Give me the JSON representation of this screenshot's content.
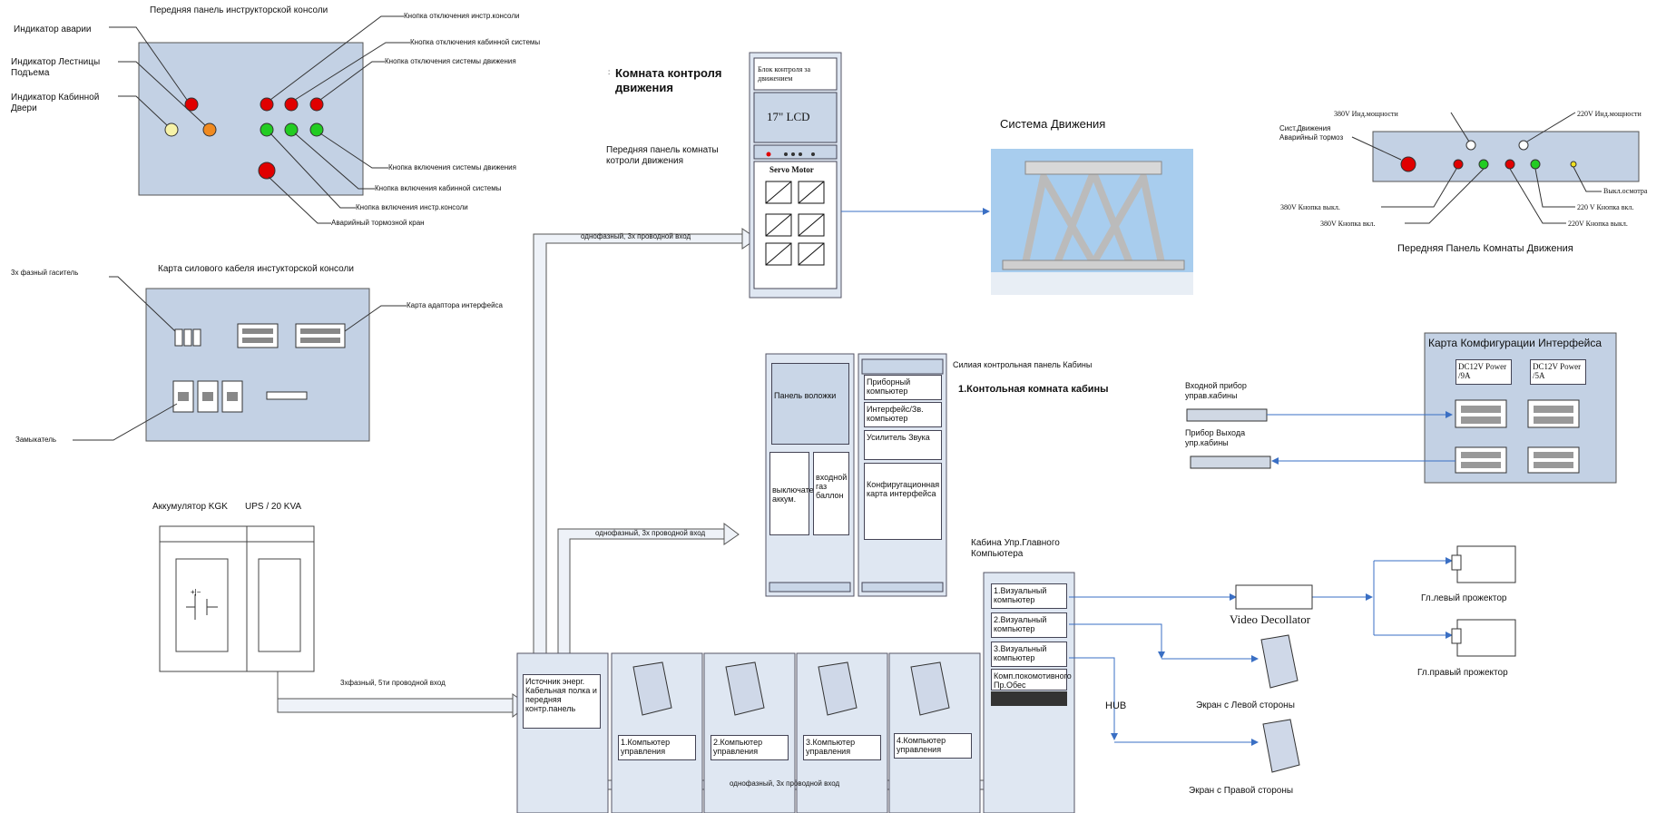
{
  "instructor_console": {
    "title": "Передняя панель инструкторской консоли",
    "labels": {
      "emergency_indicator": "Индикатор аварии",
      "stair_indicator": "Индикатор Лестницы Подъема",
      "cabin_door_indicator": "Индикатор Кабинной Двери",
      "off_instr_console": "Кнопка отключения инстр.консоли",
      "off_cabin_system": "Кнопка отключения кабинной системы",
      "off_motion_system": "Кнопка отключения системы движения",
      "on_motion_system": "Кнопка включения системы движения",
      "on_cabin_system": "Кнопка включения кабинной системы",
      "on_instr_console": "Кнопка включения инстр.консоли",
      "emergency_brake": "Аварийный тормозной кран"
    }
  },
  "power_cable_card": {
    "title": "Карта силового кабеля инстукторской консоли",
    "labels": {
      "suppressor": "3х фазный гаситель",
      "interface_adapter": "Карта адаптора интерфейса",
      "contactor": "Замыкатель"
    }
  },
  "ups": {
    "battery_label": "Аккумулятор KGK",
    "ups_label": "UPS / 20 KVA",
    "battery_symbol": "+|−"
  },
  "motion_control_room": {
    "title_prefix": ":",
    "title": "Комната контроля движения",
    "front_panel_label": "Передняя панель комнаты котроли движения",
    "control_block": "Блок контроля за движением",
    "lcd": "17\" LCD",
    "servo": "Servo Motor"
  },
  "motion_system": {
    "title": "Система Движения"
  },
  "motion_room_panel": {
    "title": "Передняя Панель Комнаты Движения",
    "labels": {
      "motion_emergency_brake": "Сист.Движения Аварийный тормоз",
      "ind_380": "380V Инд.мощности",
      "ind_220": "220V Инд.мощности",
      "btn_380_off": "380V Кнопка выкл.",
      "btn_380_on": "380V Кнопка вкл.",
      "btn_220_on": "220 V Кнопка вкл.",
      "btn_220_off": "220V Кнопка выкл.",
      "inspection_off": "Выкл.осмотра"
    }
  },
  "cabin_room": {
    "power_panel_label": "Силиая контрольная панель Кабины",
    "title": "1.Контольная комната кабины",
    "slots": {
      "panel_voloki": "Панель воложки",
      "instrument_pc": "Приборный компьютер",
      "interface_pc": "Интерфейс/Зв. компьютер",
      "amplifier": "Усилитель Звука",
      "battery_switch": "выключатель аккум.",
      "gas_input": "входной газ баллон",
      "config_card": "Конфиругационная карта интерфейса"
    }
  },
  "interface_config": {
    "title": "Карта Комфигурации Интерфейса",
    "psu_9a": "DC12V Power /9A",
    "psu_5a": "DC12V Power /5A",
    "input_device": "Входной прибор управ.кабины",
    "output_device": "Прибор Выхода упр.кабины"
  },
  "main_computer_cabinet": {
    "title": "Кабина Упр.Главного Компьютера",
    "slots": [
      "1.Визуальный компьютер",
      "2.Визуальный компьютер",
      "3.Визуальный компьютер",
      "Комп.покомотивного Пр.Обес"
    ],
    "hub": "HUB"
  },
  "display": {
    "video_decollator": "Video Decollator",
    "left_projector": "Гл.левый прожектор",
    "right_projector": "Гл.правый прожектор",
    "left_screen": "Экран с Левой стороны",
    "right_screen": "Экран с Правой стороны"
  },
  "bottom_rack": {
    "power_source": "Источник энерг. Кабельная полка и передняя контр.панель",
    "computers": [
      "1.Компьютер управления",
      "2.Компьютер управления",
      "3.Компьютер управления",
      "4.Компьютер управления"
    ]
  },
  "wires": {
    "single_phase_1": "однофазный, 3х проводной вход",
    "single_phase_2": "однофазный, 3х проводной вход",
    "single_phase_3": "однофазный, 3х проводной вход",
    "three_phase": "3хфазный, 5ти проводной вход"
  },
  "colors": {
    "red": "#e00000",
    "green": "#22cc22",
    "orange": "#f08a20",
    "yellow_pale": "#f6f2a8",
    "panel_blue": "#c3d1e4",
    "wire_blue": "#3a6fc4"
  }
}
